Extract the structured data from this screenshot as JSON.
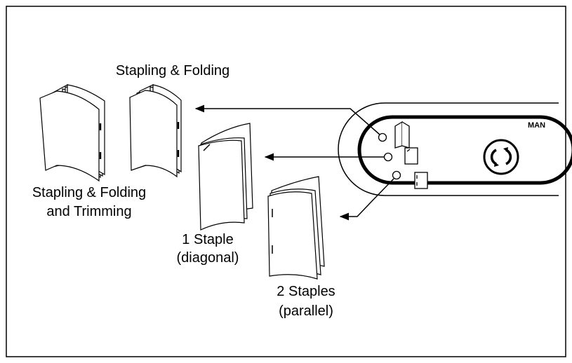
{
  "labels": {
    "stapling_folding": "Stapling & Folding",
    "stapling_folding_trimming_line1": "Stapling & Folding",
    "stapling_folding_trimming_line2": "and Trimming",
    "one_staple_line1": "1 Staple",
    "one_staple_line2": "(diagonal)",
    "two_staples_line1": "2 Staples",
    "two_staples_line2": "(parallel)",
    "panel_text": "MAN"
  },
  "icons": {
    "panel_button": "cycle-icon"
  }
}
